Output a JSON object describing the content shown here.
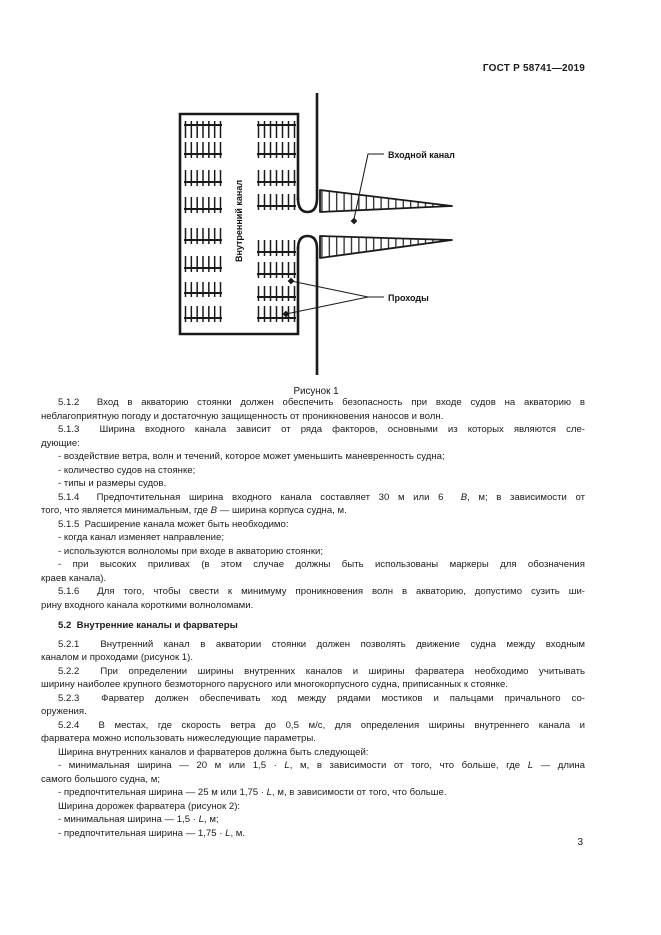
{
  "page": {
    "header_code": "ГОСТ Р 58741—2019",
    "page_number": "3"
  },
  "figure": {
    "caption": "Рисунок 1",
    "label_inner_channel": "Внутренний канал",
    "label_entrance_channel": "Входной канал",
    "label_passages": "Проходы",
    "line_color": "#1a1a1a"
  },
  "content": {
    "blocks": [
      {
        "style": "p",
        "lines": [
          "5.1.2&nbsp; Вход в акваторию стоянки должен обеспечить безопасность при входе судов на акваторию в",
          "неблагоприятную погоду и достаточную защищенность от проникновения наносов и волн."
        ]
      },
      {
        "style": "p",
        "lines": [
          "5.1.3&nbsp; Ширина входного канала зависит от ряда факторов, основными из которых являются сле-",
          "дующие:"
        ]
      },
      {
        "style": "p",
        "lines": [
          "- воздействие ветра, волн и течений, которое может уменьшить маневренность судна;"
        ]
      },
      {
        "style": "p",
        "lines": [
          "- количество судов на стоянке;"
        ]
      },
      {
        "style": "p",
        "lines": [
          "- типы и размеры судов."
        ]
      },
      {
        "style": "p",
        "lines": [
          "5.1.4&nbsp; Предпочтительная ширина входного канала составляет 30 м или 6&nbsp;&nbsp;<i>В</i>, м; в зависимости от",
          "того, что является минимальным, где <i>В</i> — ширина корпуса судна, м."
        ]
      },
      {
        "style": "p",
        "lines": [
          "5.1.5&nbsp; Расширение канала может быть необходимо:"
        ]
      },
      {
        "style": "p",
        "lines": [
          "- когда канал изменяет направление;"
        ]
      },
      {
        "style": "p",
        "lines": [
          "- используются волноломы при входе в акваторию стоянки;"
        ]
      },
      {
        "style": "p",
        "lines": [
          "- при высоких приливах (в этом случае должны быть использованы маркеры для обозначения",
          "краев канала)."
        ]
      },
      {
        "style": "p",
        "lines": [
          "5.1.6&nbsp; Для того, чтобы свести к минимуму проникновения волн в акваторию, допустимо сузить ши-",
          "рину входного канала короткими волноломами."
        ]
      },
      {
        "style": "heading",
        "lines": [
          "5.2&nbsp; Внутренние каналы и фарватеры"
        ]
      },
      {
        "style": "p",
        "lines": [
          "5.2.1&nbsp; Внутренний канал в акватории стоянки должен позволять движение судна между входным",
          "каналом и проходами (рисунок 1)."
        ]
      },
      {
        "style": "p",
        "lines": [
          "5.2.2&nbsp; При определении ширины внутренних каналов и ширины фарватера необходимо учитывать",
          "ширину наиболее крупного безмоторного парусного или многокорпусного судна, приписанных к стоянке."
        ]
      },
      {
        "style": "p",
        "lines": [
          "5.2.3&nbsp; Фарватер должен обеспечивать ход между рядами мостиков и пальцами причального со-",
          "оружения."
        ]
      },
      {
        "style": "p",
        "lines": [
          "5.2.4&nbsp; В местах, где скорость ветра до 0,5 м/с, для определения ширины внутреннего канала и",
          "фарватера можно использовать нижеследующие параметры."
        ]
      },
      {
        "style": "p",
        "lines": [
          "Ширина внутренних каналов и фарватеров должна быть следующей:"
        ]
      },
      {
        "style": "p",
        "lines": [
          "- минимальная ширина — 20 м или 1,5 · <i>L</i>, м, в зависимости от того, что больше, где <i>L</i> — длина",
          "самого большого судна, м;"
        ]
      },
      {
        "style": "p",
        "lines": [
          "- предпочтительная ширина — 25 м или 1,75 · <i>L</i>, м, в зависимости от того, что больше."
        ]
      },
      {
        "style": "p",
        "lines": [
          "Ширина дорожек фарватера (рисунок 2):"
        ]
      },
      {
        "style": "p",
        "lines": [
          "- минимальная ширина — 1,5 · <i>L</i>, м;"
        ]
      },
      {
        "style": "p",
        "lines": [
          "- предпочтительная ширина — 1,75 · <i>L</i>, м."
        ]
      }
    ]
  }
}
